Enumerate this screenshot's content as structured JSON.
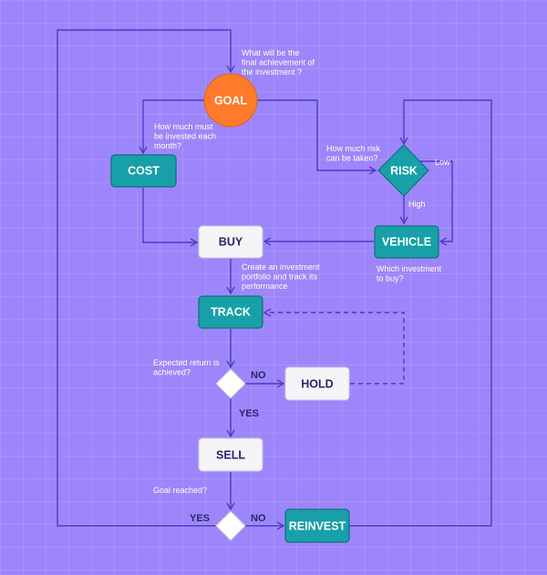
{
  "nodes": {
    "goal": "GOAL",
    "cost": "COST",
    "risk": "RISK",
    "buy": "BUY",
    "vehicle": "VEHICLE",
    "track": "TRACK",
    "hold": "HOLD",
    "sell": "SELL",
    "reinvest": "REINVEST"
  },
  "notes": {
    "goal_question": [
      "What will be the",
      "final achievement of",
      "the investment ?"
    ],
    "cost_question": [
      "How much must",
      "be invested each",
      "month?"
    ],
    "risk_question": [
      "How much risk",
      "can be taken?"
    ],
    "vehicle_question": [
      "Which investment",
      "to buy?"
    ],
    "track_note": [
      "Create an investment",
      "portfolio and track its",
      "performance"
    ],
    "return_question": [
      "Expected return is",
      "achieved?"
    ],
    "goal_reached_question": [
      "Goal reached?"
    ]
  },
  "branch_labels": {
    "risk_low": "Low",
    "risk_high": "High",
    "return_no": "NO",
    "return_yes": "YES",
    "goal_yes": "YES",
    "goal_no": "NO"
  },
  "colors": {
    "background": "#9d86fb",
    "line": "#4b3cc8",
    "teal_node": "#17a0a8",
    "teal_border": "#116f78",
    "white_node": "#f5f5f7",
    "goal_circle": "#ff7a2a",
    "label_dark": "#2b2370"
  }
}
